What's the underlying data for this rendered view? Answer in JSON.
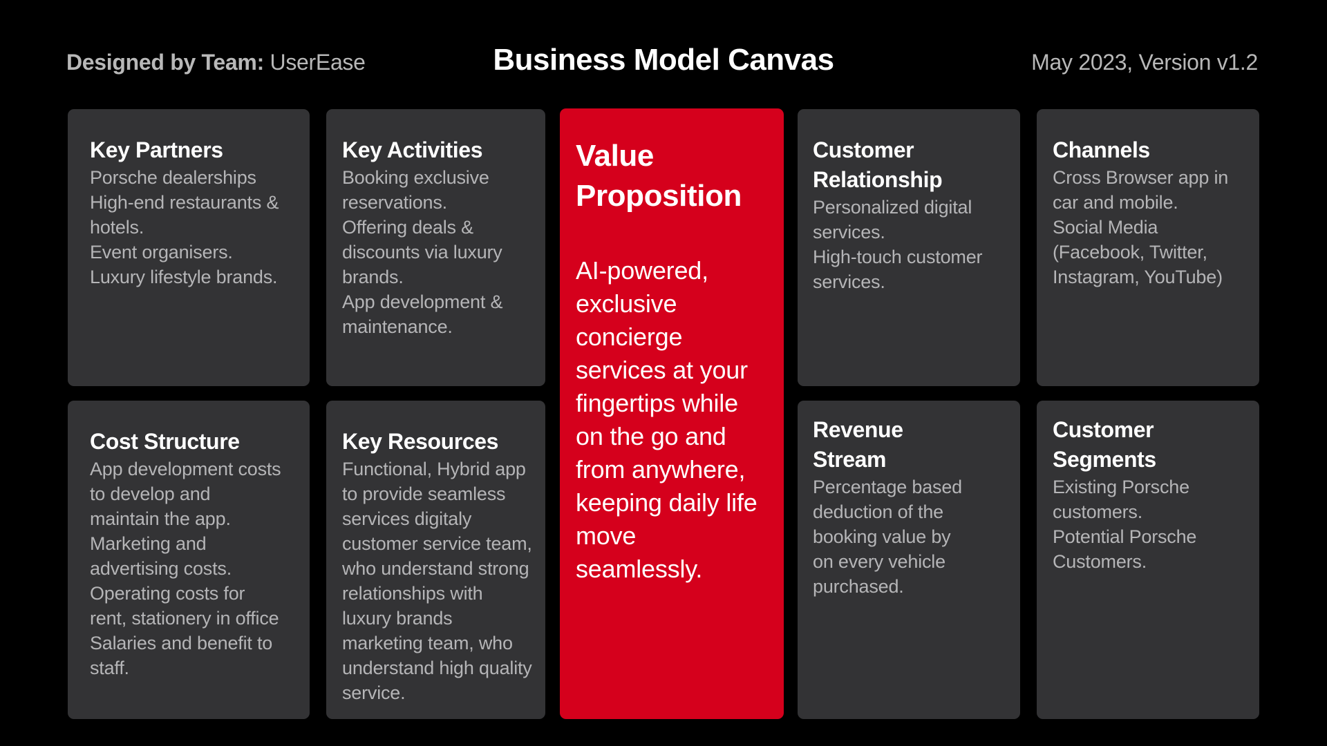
{
  "header": {
    "team_label": "Designed by Team:",
    "team_name": "UserEase",
    "title": "Business Model Canvas",
    "version": "May 2023, Version v1.2"
  },
  "key_partners": {
    "title": "Key Partners",
    "items": [
      "Porsche dealerships",
      "High-end restaurants & hotels.",
      "Event organisers.",
      "Luxury lifestyle brands."
    ]
  },
  "key_activities": {
    "title": "Key Activities",
    "items": [
      "Booking exclusive reservations.",
      "Offering deals & discounts via luxury brands.",
      "App development & maintenance."
    ]
  },
  "value_proposition": {
    "title": "Value Proposition",
    "text": "AI-powered, exclusive concierge services at your fingertips while on the go and from anywhere, keeping daily life move seamlessly."
  },
  "customer_relationship": {
    "title": "Customer Relationship",
    "items": [
      "Personalized digital services.",
      "High-touch customer services."
    ]
  },
  "channels": {
    "title": "Channels",
    "items": [
      "Cross Browser app in car and mobile.",
      "Social Media (Facebook,  Twitter, Instagram, YouTube)"
    ]
  },
  "cost_structure": {
    "title": "Cost Structure",
    "items": [
      "App development costs to develop and maintain the app.",
      "Marketing and advertising costs.",
      "Operating costs for rent, stationery in office Salaries and benefit to staff."
    ]
  },
  "key_resources": {
    "title": "Key Resources",
    "items": [
      "Functional, Hybrid app to provide seamless services digitaly customer service team, who understand strong relationships with luxury brands marketing team, who understand high quality service."
    ]
  },
  "revenue_stream": {
    "title": "Revenue Stream",
    "items": [
      "Percentage based deduction of the booking value by on every vehicle purchased."
    ]
  },
  "customer_segments": {
    "title": "Customer Segments",
    "items": [
      "Existing Porsche customers.",
      "Potential Porsche Customers."
    ]
  },
  "colors": {
    "background": "#000000",
    "card": "#333335",
    "accent": "#d5001c",
    "heading": "#ffffff",
    "body_text": "#b5b5b7"
  }
}
